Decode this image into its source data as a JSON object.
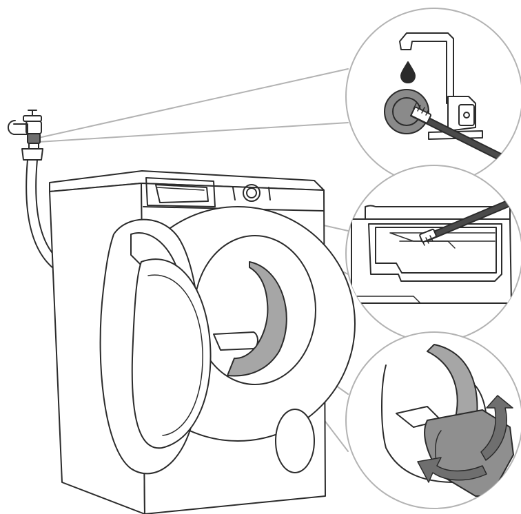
{
  "illustration": {
    "colors": {
      "line": "#2b2b2b",
      "pointer": "#b3b3b3",
      "gasket": "#a6a6a6",
      "brush": "#4a4a4a",
      "arrow": "#6f6f6f",
      "fill": "#ffffff",
      "mesh": "#8a8a8a"
    },
    "icons": [
      "washing-machine",
      "water-tap",
      "inlet-filter",
      "detergent-drawer",
      "toothbrush",
      "door-gasket",
      "rotate-arrow",
      "water-drop"
    ]
  }
}
